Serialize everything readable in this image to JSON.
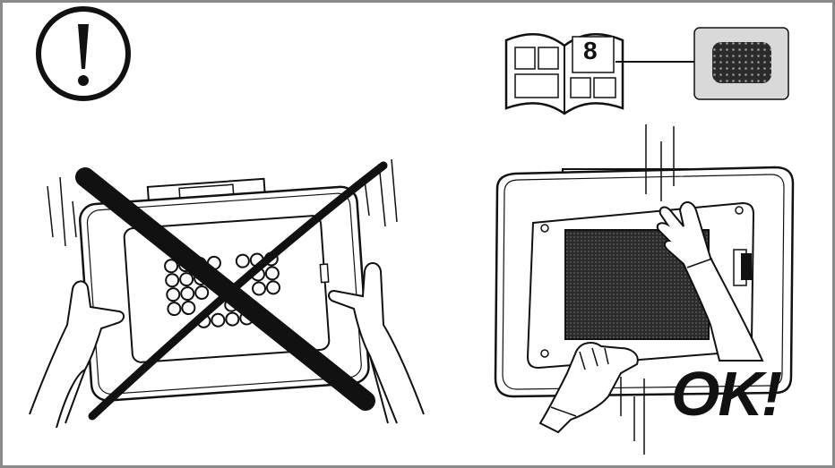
{
  "colors": {
    "frame_border": "#8a8a8a",
    "ink": "#111111",
    "grille_fill": "#2b2b2b",
    "filter_card_bg": "#d9d9d9"
  },
  "warning": {
    "icon": "exclamation-icon"
  },
  "manual_reference": {
    "page_number": "8"
  },
  "approved_method": {
    "label": "OK!"
  },
  "panels": {
    "wrong": {
      "mark": "x-mark"
    },
    "correct": {
      "mark": "ok"
    }
  }
}
